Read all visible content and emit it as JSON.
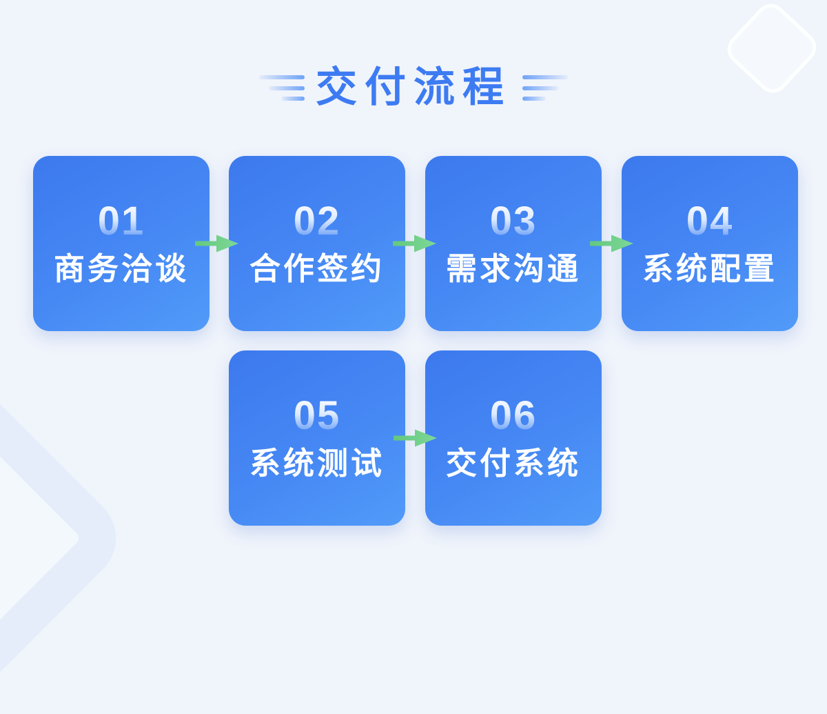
{
  "header": {
    "title": "交付流程"
  },
  "steps": [
    {
      "number": "01",
      "label": "商务洽谈"
    },
    {
      "number": "02",
      "label": "合作签约"
    },
    {
      "number": "03",
      "label": "需求沟通"
    },
    {
      "number": "04",
      "label": "系统配置"
    },
    {
      "number": "05",
      "label": "系统测试"
    },
    {
      "number": "06",
      "label": "交付系统"
    }
  ],
  "colors": {
    "background": "#F0F4FB",
    "title_blue": "#3D7BF2",
    "card_gradient_start": "#3C79EE",
    "card_gradient_end": "#519BF9",
    "number_gradient_top": "#FFFFFF",
    "arrow_green": "#6CCE84",
    "decor_light": "#F5F9FE",
    "decor_ring": "#E4EDF9"
  }
}
